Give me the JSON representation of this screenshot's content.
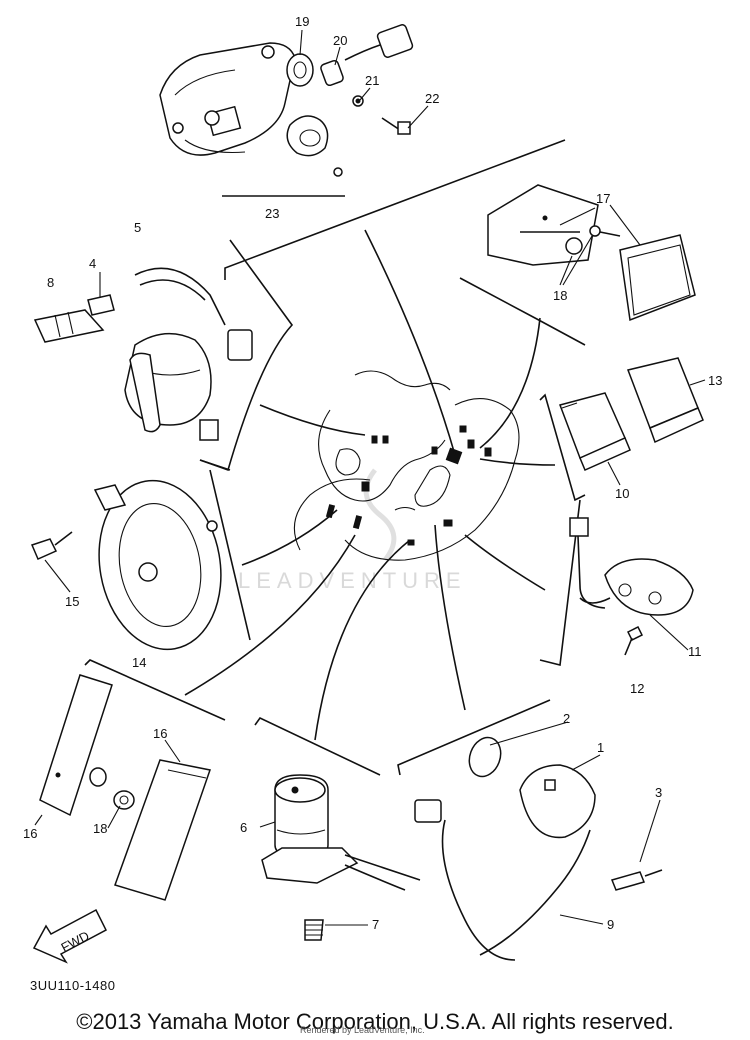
{
  "watermark": "LEADVENTURE",
  "fwd_label": "FWD",
  "part_code": "3UU110-1480",
  "copyright": "©2013 Yamaha Motor Corporation, U.S.A. All rights reserved.",
  "rendered_by": "Rendered by LeadVenture, Inc.",
  "callouts": {
    "c1": "1",
    "c2": "2",
    "c3": "3",
    "c4": "4",
    "c5": "5",
    "c6": "6",
    "c7": "7",
    "c8": "8",
    "c9": "9",
    "c10": "10",
    "c11": "11",
    "c12": "12",
    "c13": "13",
    "c14": "14",
    "c15": "15",
    "c16a": "16",
    "c16b": "16",
    "c17": "17",
    "c18a": "18",
    "c18b": "18",
    "c19": "19",
    "c20": "20",
    "c21": "21",
    "c22": "22",
    "c23": "23"
  }
}
